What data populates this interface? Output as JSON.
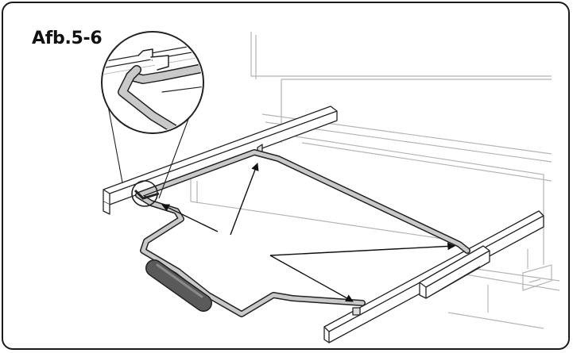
{
  "figure": {
    "label": "Afb.5-6"
  },
  "colors": {
    "frame": "#1a1a1a",
    "line": "#222222",
    "appliance": "#b5b5b5",
    "rod_fill": "#c9c9c9",
    "handle_grip": "#5a5a5a",
    "arrow": "#111111"
  },
  "illustration": {
    "parts": [
      "oven-interior",
      "telescopic-rail-left",
      "telescopic-rail-right",
      "wire-shelf-rack",
      "rack-handle-grip",
      "detail-magnifier"
    ],
    "arrows": [
      "arrow-to-left-hook",
      "arrow-to-rear-hook",
      "arrow-to-right-rail",
      "arrow-to-front-right"
    ]
  }
}
